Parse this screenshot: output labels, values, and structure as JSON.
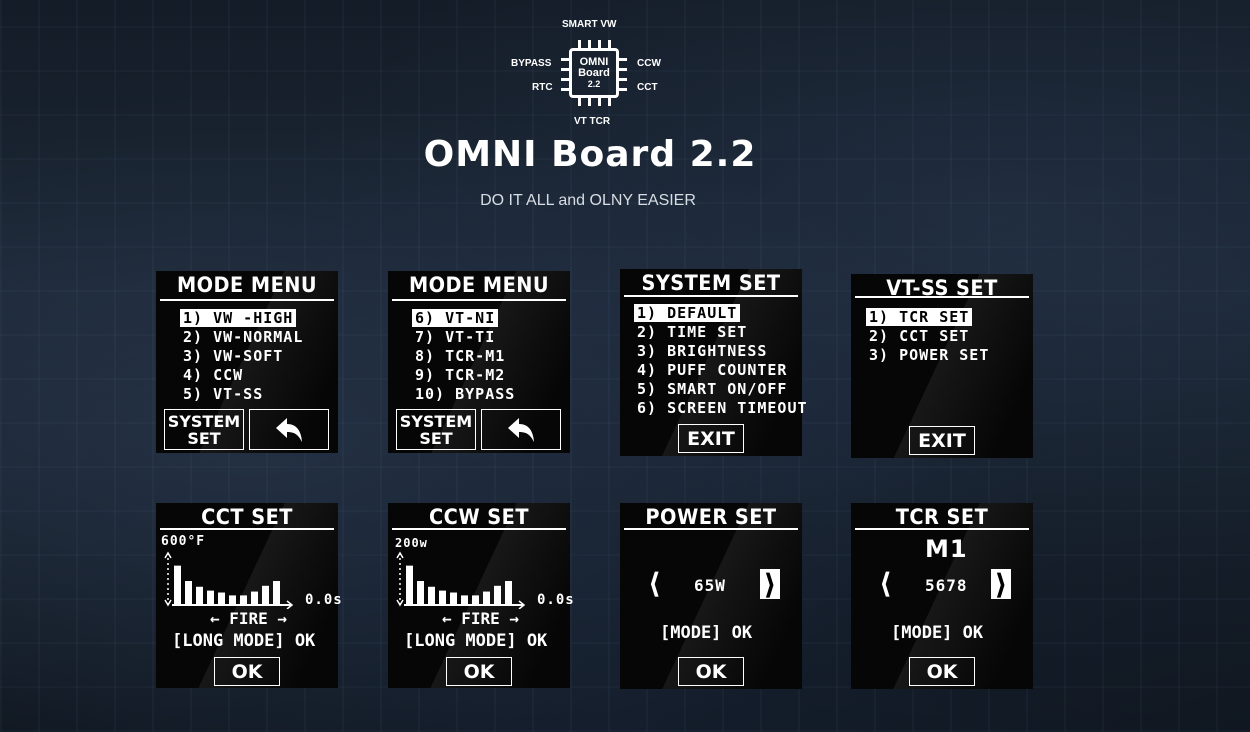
{
  "logo": {
    "top": "SMART VW",
    "left_top": "BYPASS",
    "left_bottom": "RTC",
    "right_top": "CCW",
    "right_bottom": "CCT",
    "bottom": "VT TCR",
    "chip_line1": "OMNI",
    "chip_line2": "Board",
    "chip_line3": "2.2"
  },
  "title": "OMNI Board 2.2",
  "subtitle": "DO IT ALL and OLNY EASIER",
  "screens": {
    "mode1": {
      "title": "MODE MENU",
      "items": [
        "1) VW -HIGH",
        "2) VW-NORMAL",
        "3) VW-SOFT",
        "4) CCW",
        "5) VT-SS"
      ],
      "system_btn_line1": "SYSTEM",
      "system_btn_line2": "SET",
      "back_icon": "back-arrow-icon"
    },
    "mode2": {
      "title": "MODE MENU",
      "items": [
        "6) VT-NI",
        "7) VT-TI",
        "8) TCR-M1",
        "9) TCR-M2",
        "10) BYPASS"
      ],
      "system_btn_line1": "SYSTEM",
      "system_btn_line2": "SET",
      "back_icon": "back-arrow-icon"
    },
    "system": {
      "title": "SYSTEM SET",
      "items": [
        "1) DEFAULT",
        "2) TIME SET",
        "3) BRIGHTNESS",
        "4) PUFF COUNTER",
        "5) SMART ON/OFF",
        "6) SCREEN TIMEOUT"
      ],
      "exit": "EXIT"
    },
    "vtss": {
      "title": "VT-SS SET",
      "items": [
        "1) TCR SET",
        "2) CCT SET",
        "3) POWER SET"
      ],
      "exit": "EXIT"
    },
    "cct": {
      "title": "CCT  SET",
      "max_label": "600°F",
      "time_label": "0.0s",
      "fire_label": "← FIRE →",
      "mode_label": "[LONG MODE] OK",
      "ok": "OK"
    },
    "ccw": {
      "title": "CCW  SET",
      "max_label": "200w",
      "time_label": "0.0s",
      "fire_label": "← FIRE →",
      "mode_label": "[LONG MODE] OK",
      "ok": "OK"
    },
    "power": {
      "title": "POWER SET",
      "value": "65W",
      "mode_label": "[MODE]  OK",
      "ok": "OK"
    },
    "tcr": {
      "title": "TCR SET",
      "subtitle": "M1",
      "value": "5678",
      "mode_label": "[MODE]  OK",
      "ok": "OK"
    }
  },
  "chart_levels": {
    "cct": [
      0.82,
      0.5,
      0.38,
      0.3,
      0.26,
      0.2,
      0.2,
      0.28,
      0.4,
      0.5
    ],
    "ccw": [
      0.82,
      0.5,
      0.38,
      0.3,
      0.26,
      0.2,
      0.2,
      0.28,
      0.4,
      0.5
    ]
  }
}
